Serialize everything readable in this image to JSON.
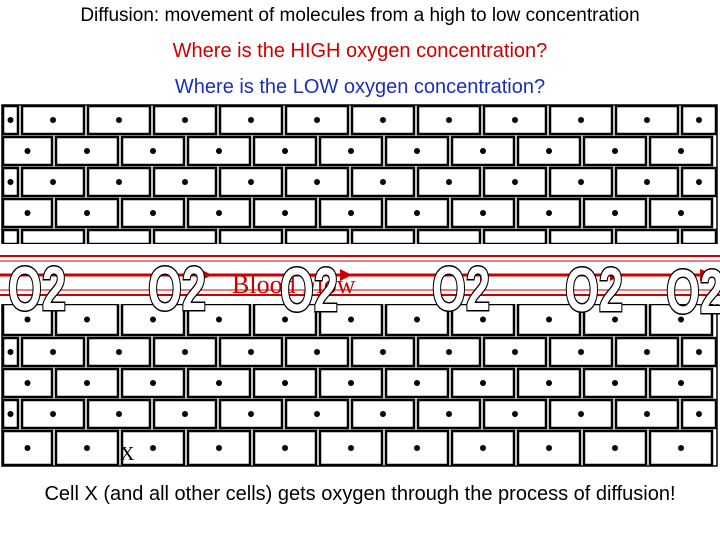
{
  "header": {
    "line1": "Diffusion: movement of molecules from a high to low concentration",
    "line2": "Where is the HIGH oxygen concentration?",
    "line3": "Where is the LOW oxygen concentration?"
  },
  "diagram": {
    "blood_flow_label": "Blood Flow",
    "o2_label": "O2",
    "cell_marker": "X"
  },
  "caption": {
    "text": "Cell X (and all other cells) gets oxygen through the process of diffusion!"
  },
  "colors": {
    "highlight": "#cc0000",
    "question_blue": "#1a2fb8",
    "brick_line": "#000000"
  }
}
